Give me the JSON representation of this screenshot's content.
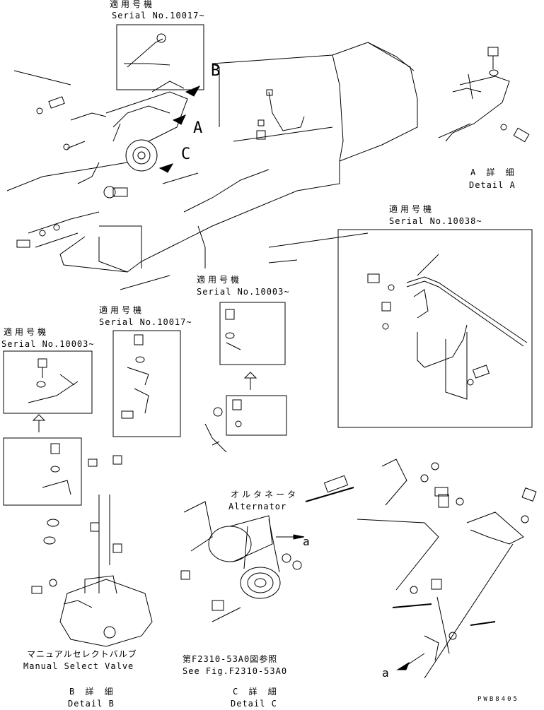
{
  "applicability": {
    "top": {
      "jp": "適用号機",
      "serial": "Serial No.10017~"
    },
    "right": {
      "jp": "適用号機",
      "serial": "Serial No.10038~"
    },
    "left_b": {
      "jp": "適用号機",
      "serial": "Serial No.10003~"
    },
    "mid_b": {
      "jp": "適用号機",
      "serial": "Serial No.10017~"
    },
    "c_top": {
      "jp": "適用号機",
      "serial": "Serial No.10003~"
    }
  },
  "view_letters": {
    "b": "B",
    "a": "A",
    "c": "C"
  },
  "detail_a": {
    "jp": "A 詳 細",
    "en": "Detail A"
  },
  "detail_b": {
    "jp": "B 詳 細",
    "en": "Detail B"
  },
  "detail_c": {
    "jp": "C 詳 細",
    "en": "Detail C"
  },
  "alternator": {
    "jp": "オルタネータ",
    "en": "Alternator"
  },
  "manual_select_valve": {
    "jp": "マニュアルセレクトバルブ",
    "en": "Manual Select Valve"
  },
  "see_fig": {
    "jp": "第F2310-53A0図参照",
    "en": "See Fig.F2310-53A0"
  },
  "arrow_a_labels": {
    "c": "a",
    "right": "a"
  },
  "drawing_code": "PWB8405"
}
